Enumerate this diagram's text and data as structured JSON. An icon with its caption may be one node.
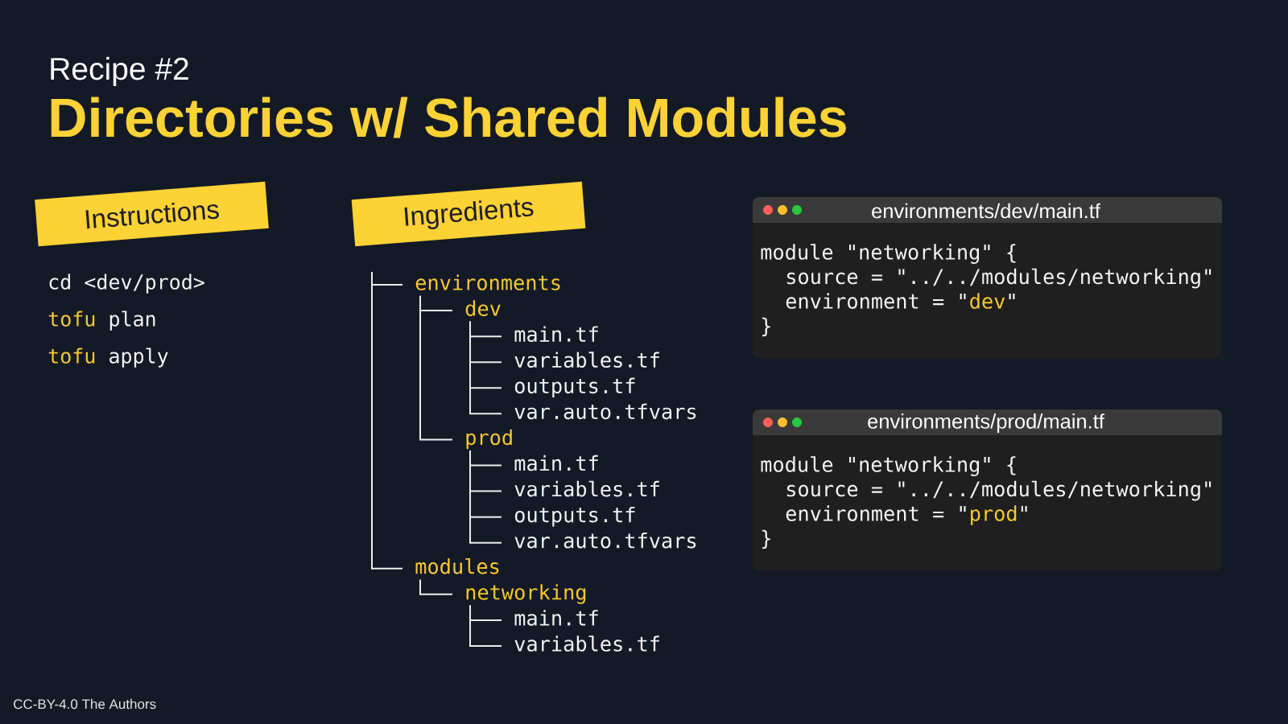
{
  "diagram": {
    "title": "Directories w/ Shared Modules",
    "nodes": [
      {
        "text": [
          "Instructions"
        ]
      },
      {
        "text": [
          "Ingredients"
        ]
      },
      {
        "text": [
          "environments"
        ]
      },
      {
        "text": [
          "dev"
        ]
      },
      {
        "text": [
          "main.tf"
        ]
      },
      {
        "text": [
          "variables.tf"
        ]
      },
      {
        "text": [
          "outputs.tf"
        ]
      },
      {
        "text": [
          "var.auto.tfvars"
        ]
      },
      {
        "text": [
          "prod"
        ]
      },
      {
        "text": [
          "main.tf"
        ]
      },
      {
        "text": [
          "variables.tf"
        ]
      },
      {
        "text": [
          "outputs.tf"
        ]
      },
      {
        "text": [
          "var.auto.tfvars"
        ]
      },
      {
        "text": [
          "modules"
        ]
      },
      {
        "text": [
          "networking"
        ]
      },
      {
        "text": [
          "main.tf"
        ]
      },
      {
        "text": [
          "variables.tf"
        ]
      },
      {
        "text": [
          "environments/dev/main.tf",
          "module \"networking\" {",
          "source = \"../../modules/networking\"",
          "environment = \"dev\"",
          "}"
        ]
      },
      {
        "text": [
          "environments/prod/main.tf",
          "module \"networking\" {",
          "source = \"../../modules/networking\"",
          "environment = \"prod\"",
          "}"
        ]
      }
    ],
    "edges": [
      {
        "from": null,
        "to": 2,
        "arrow": "none"
      },
      {
        "from": null,
        "to": 13,
        "arrow": "none"
      },
      {
        "from": 2,
        "to": 3,
        "arrow": "none"
      },
      {
        "from": 2,
        "to": 8,
        "arrow": "none"
      },
      {
        "from": 3,
        "to": 4,
        "arrow": "none"
      },
      {
        "from": 3,
        "to": 5,
        "arrow": "none"
      },
      {
        "from": 3,
        "to": 6,
        "arrow": "none"
      },
      {
        "from": 3,
        "to": 7,
        "arrow": "none"
      },
      {
        "from": 8,
        "to": 9,
        "arrow": "none"
      },
      {
        "from": 8,
        "to": 10,
        "arrow": "none"
      },
      {
        "from": 8,
        "to": 11,
        "arrow": "none"
      },
      {
        "from": 8,
        "to": 12,
        "arrow": "none"
      },
      {
        "from": 13,
        "to": 14,
        "arrow": "none"
      },
      {
        "from": 14,
        "to": 15,
        "arrow": "none"
      },
      {
        "from": 14,
        "to": 16,
        "arrow": "none"
      }
    ],
    "labels": [
      "Recipe #2",
      "cd <dev/prod>",
      "tofu plan",
      "tofu apply",
      "CC-BY-4.0 The Authors"
    ]
  }
}
